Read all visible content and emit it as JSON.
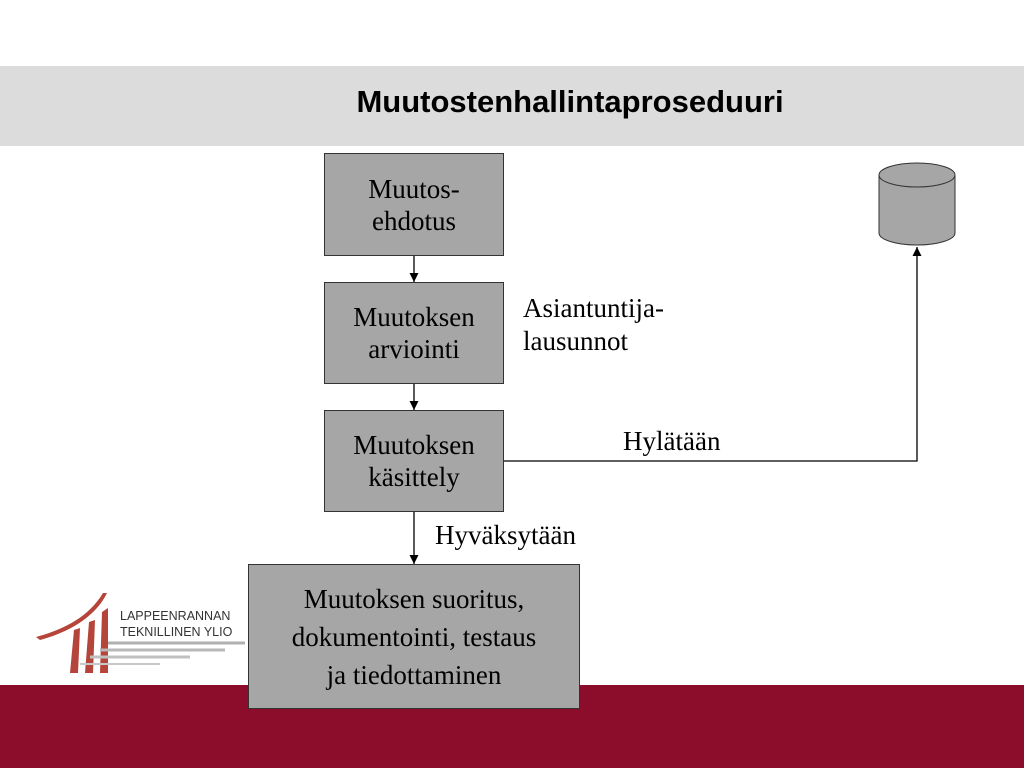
{
  "slide": {
    "title": "Muutostenhallintaproseduuri"
  },
  "diagram": {
    "nodes": [
      {
        "id": "proposal",
        "lines": [
          "Muutos-",
          "ehdotus"
        ]
      },
      {
        "id": "evaluation",
        "lines": [
          "Muutoksen",
          "arviointi"
        ]
      },
      {
        "id": "handling",
        "lines": [
          "Muutoksen",
          "käsittely"
        ]
      },
      {
        "id": "execution",
        "lines": [
          "Muutoksen suoritus,",
          "dokumentointi, testaus",
          "ja tiedottaminen"
        ]
      }
    ],
    "labels": {
      "expert": [
        "Asiantuntija-",
        "lausunnot"
      ],
      "rejected": "Hylätään",
      "accepted": "Hyväksytään"
    },
    "storage_icon": "database-cylinder-icon"
  },
  "logo": {
    "line1": "LAPPEENRANNAN",
    "line2": "TEKNILLINEN YLIO"
  },
  "colors": {
    "title_band": "#dcdcdc",
    "bottom_band": "#8b0c2b",
    "box_fill": "#a6a6a6",
    "logo_red": "#b5443a"
  }
}
